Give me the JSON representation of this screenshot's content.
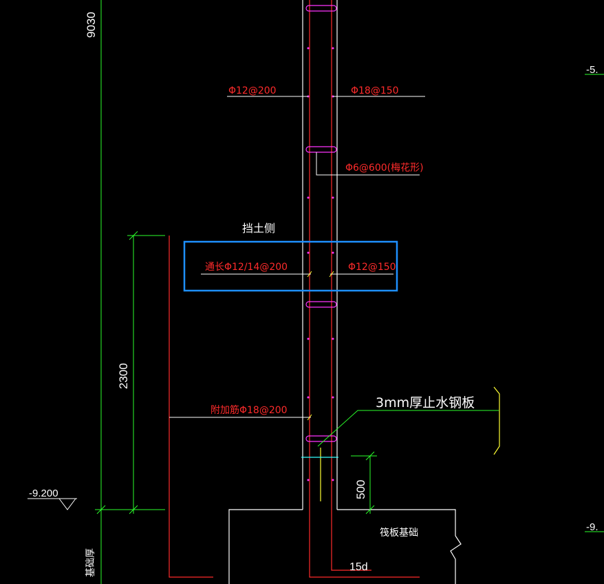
{
  "drawing": {
    "background": "#000000",
    "colors": {
      "red": "#ff2b2b",
      "white": "#ffffff",
      "green": "#2bff2b",
      "magenta": "#ff33ff",
      "yellow": "#ffff33",
      "cyan": "#33ffff",
      "selection": "#1e90ff"
    },
    "labels": {
      "dim_total": "9030",
      "dim_2300": "2300",
      "dim_500": "500",
      "elev_left": "-9.200",
      "elev_right_top": "-5.",
      "elev_right_bottom": "-9.",
      "soil_side": "挡土侧",
      "rebar_left_top": "Φ12@200",
      "rebar_right_top": "Φ18@150",
      "tie_bars": "Φ6@600(梅花形)",
      "rebar_left_mid": "通长Φ12/14@200",
      "rebar_right_mid": "Φ12@150",
      "additional_bar": "附加筋Φ18@200",
      "waterstop": "3mm厚止水钢板",
      "raft_foundation": "筏板基础",
      "anchor_length": "15d",
      "foundation_thickness": "基础厚"
    }
  }
}
